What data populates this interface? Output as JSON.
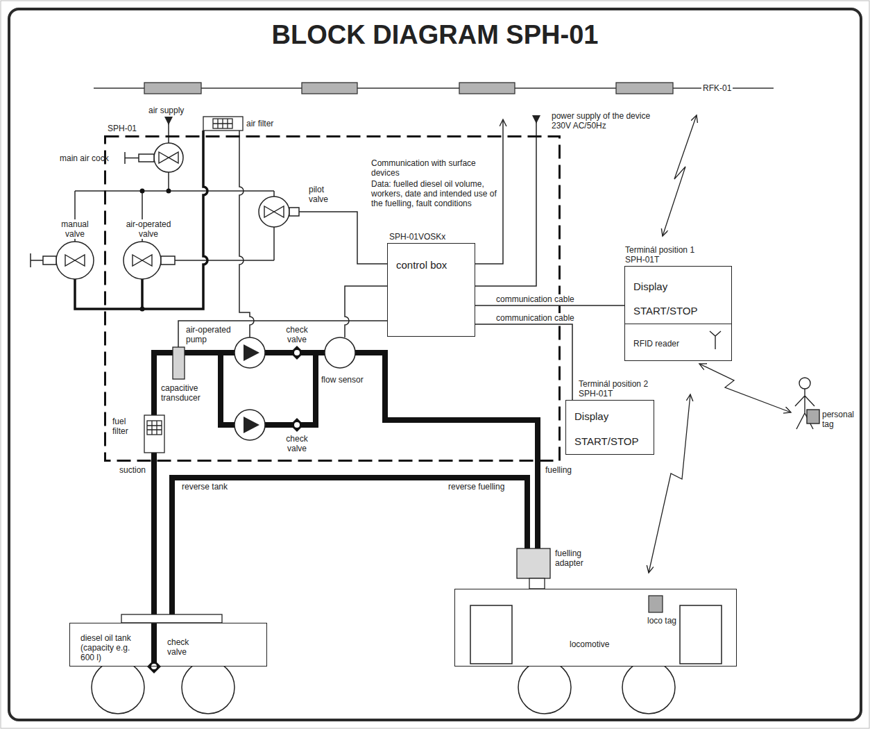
{
  "diagram": {
    "title": "BLOCK DIAGRAM SPH-01",
    "nodes": [
      {
        "text": [
          "SPH-01"
        ]
      },
      {
        "text": [
          "SPH-01VOSKx",
          "control box"
        ],
        "in": 0
      },
      {
        "text": [
          "Terminál position 1 SPH-01T",
          "Display",
          "START/STOP",
          "RFID reader"
        ]
      },
      {
        "text": [
          "Terminál position 2 SPH-01T",
          "Display",
          "START/STOP"
        ]
      },
      {
        "text": [
          "diesel oil tank (capacity e.g. 600 l)",
          "check valve"
        ]
      },
      {
        "text": [
          "locomotive",
          "loco tag"
        ]
      }
    ],
    "edges": [
      {
        "from": 1,
        "to": 2,
        "label": "communication cable",
        "arrow": "none"
      },
      {
        "from": 1,
        "to": 3,
        "label": "communication cable",
        "arrow": "none"
      }
    ],
    "labels": [
      "RFK-01",
      "air supply",
      "air filter",
      "power supply of the device 230V AC/50Hz",
      "main air cock",
      "Communication with surface devices",
      "Data: fuelled diesel oil volume, workers, date and intended use of the fuelling, fault conditions",
      "pilot valve",
      "manual valve",
      "air-operated valve",
      "air-operated pump",
      "check valve",
      "capacitive transducer",
      "flow sensor",
      "fuel filter",
      "check valve",
      "suction",
      "fuelling",
      "reverse tank",
      "reverse fuelling",
      "personal tag",
      "fuelling adapter"
    ]
  }
}
